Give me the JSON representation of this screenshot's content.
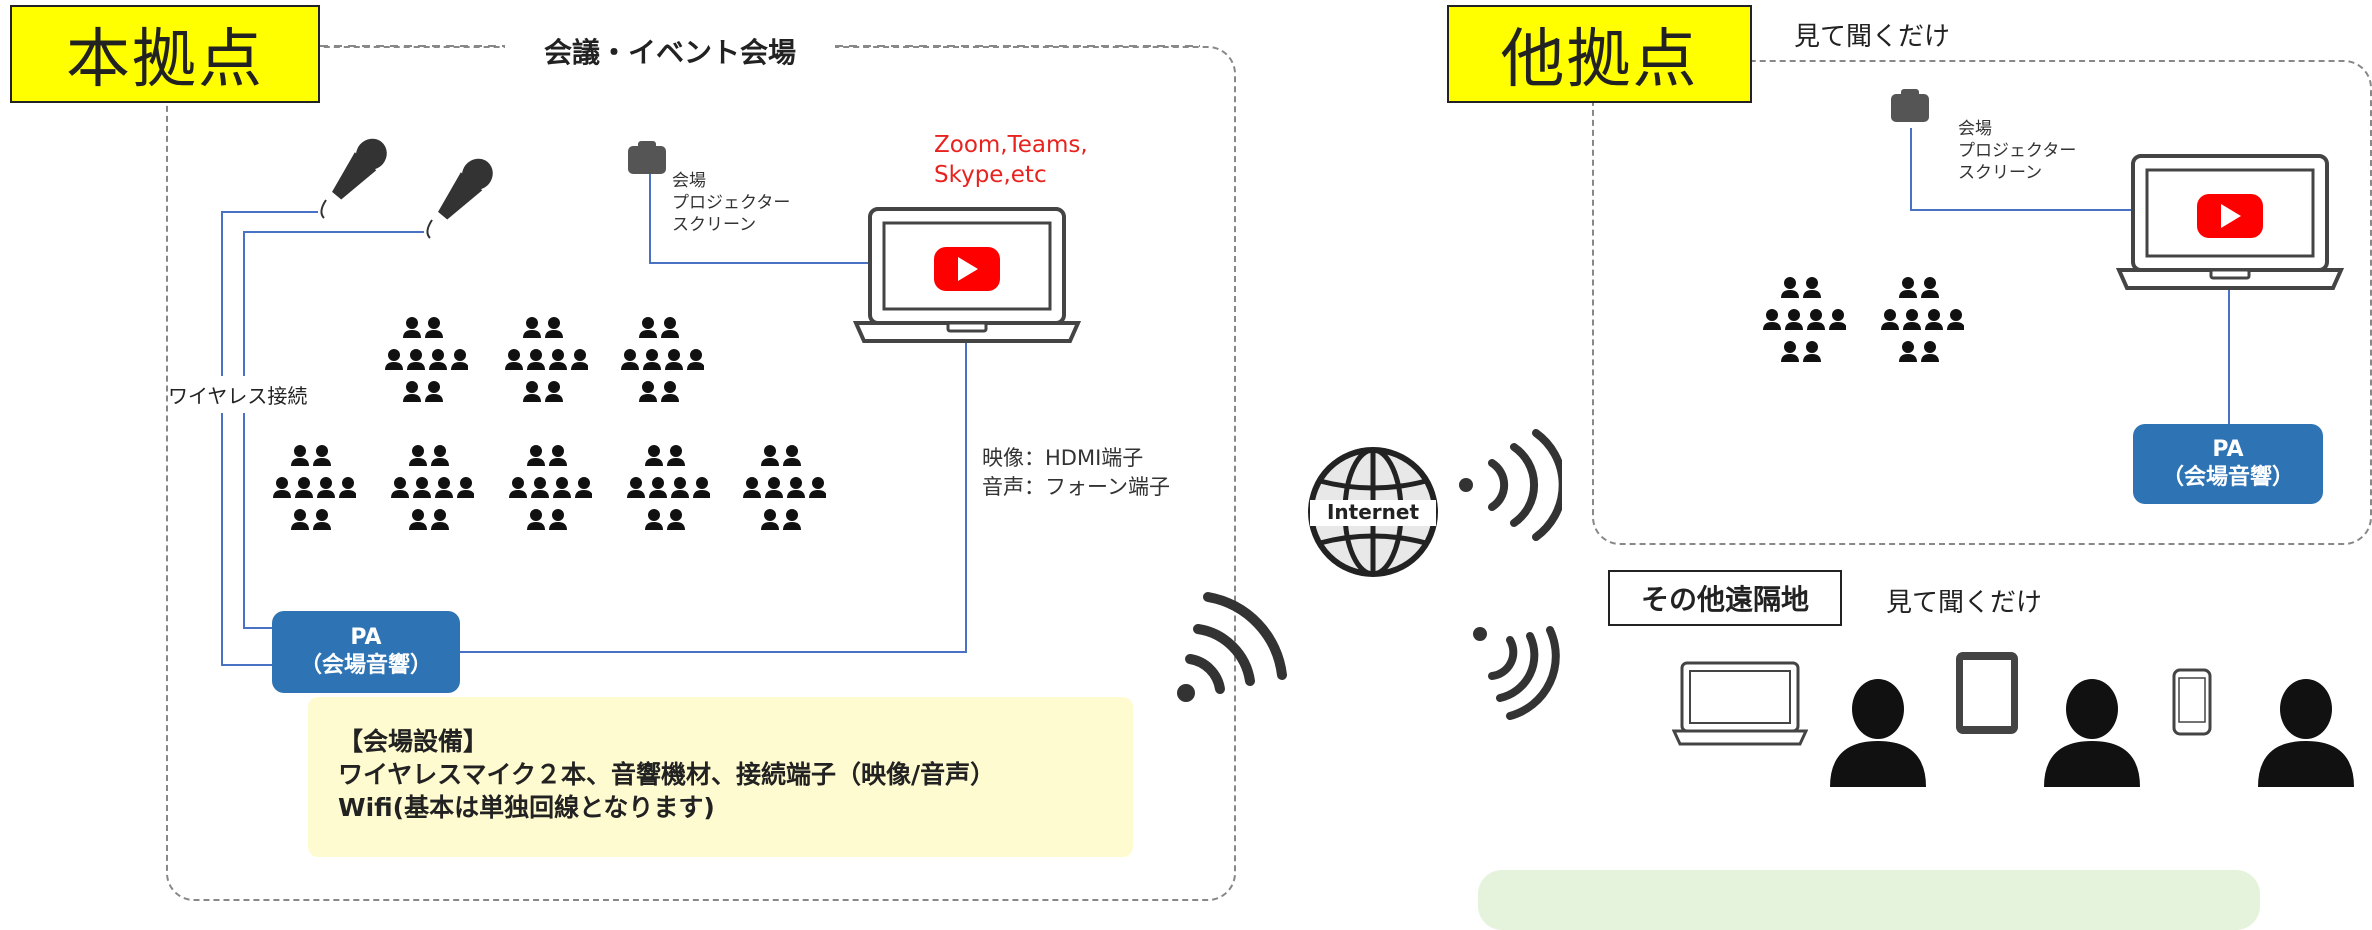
{
  "main_site": {
    "title": "本拠点",
    "venue_label": "会議・イベント会場",
    "projector_label": "会場\nプロジェクター\nスクリーン",
    "apps_label": "Zoom,Teams,\nSkype,etc",
    "wireless_label": "ワイヤレス接続",
    "connection_label": "映像：HDMI端子\n音声：フォーン端子",
    "pa": {
      "line1": "PA",
      "line2": "（会場音響）"
    },
    "equipment": {
      "heading": "【会場設備】",
      "line1": "ワイヤレスマイク２本、音響機材、接続端子（映像/音声）",
      "line2": "Wifi(基本は単独回線となります)"
    }
  },
  "other_site": {
    "title": "他拠点",
    "view_label": "見て聞くだけ",
    "projector_label": "会場\nプロジェクター\nスクリーン",
    "pa": {
      "line1": "PA",
      "line2": "（会場音響）"
    }
  },
  "remote": {
    "title": "その他遠隔地",
    "view_label": "見て聞くだけ"
  },
  "internet_label": "Internet",
  "colors": {
    "title_bg": "#ffff00",
    "pa_bg": "#2e74b5",
    "line": "#4a72c4",
    "apps_text": "#e8231f",
    "note_bg": "#fffbd0",
    "remote_note_bg": "#e5f2dc",
    "youtube_red": "#ff0000"
  },
  "icons": [
    "microphone-icon",
    "projector-icon",
    "laptop-icon",
    "youtube-play-icon",
    "audience-icon",
    "globe-icon",
    "wifi-signal-icon",
    "tablet-icon",
    "smartphone-icon",
    "person-icon"
  ]
}
